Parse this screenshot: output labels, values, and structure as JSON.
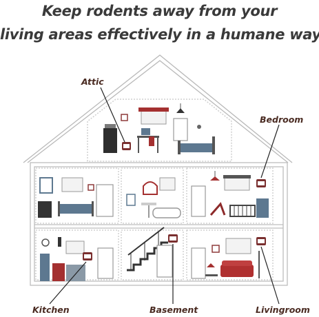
{
  "headline": {
    "line1": "Keep rodents away from your",
    "line2": "living areas effectively in a humane way"
  },
  "rooms": {
    "attic": "Attic",
    "bedroom": "Bedroom",
    "kitchen": "Kitchen",
    "basement": "Basement",
    "livingroom": "Livingroom"
  },
  "colors": {
    "text": "#3a3a3a",
    "label": "#4a2b22",
    "wall": "#bdbdbd",
    "accent_red": "#a43030",
    "accent_blue": "#5d7890",
    "device": "#7a2f2f"
  }
}
